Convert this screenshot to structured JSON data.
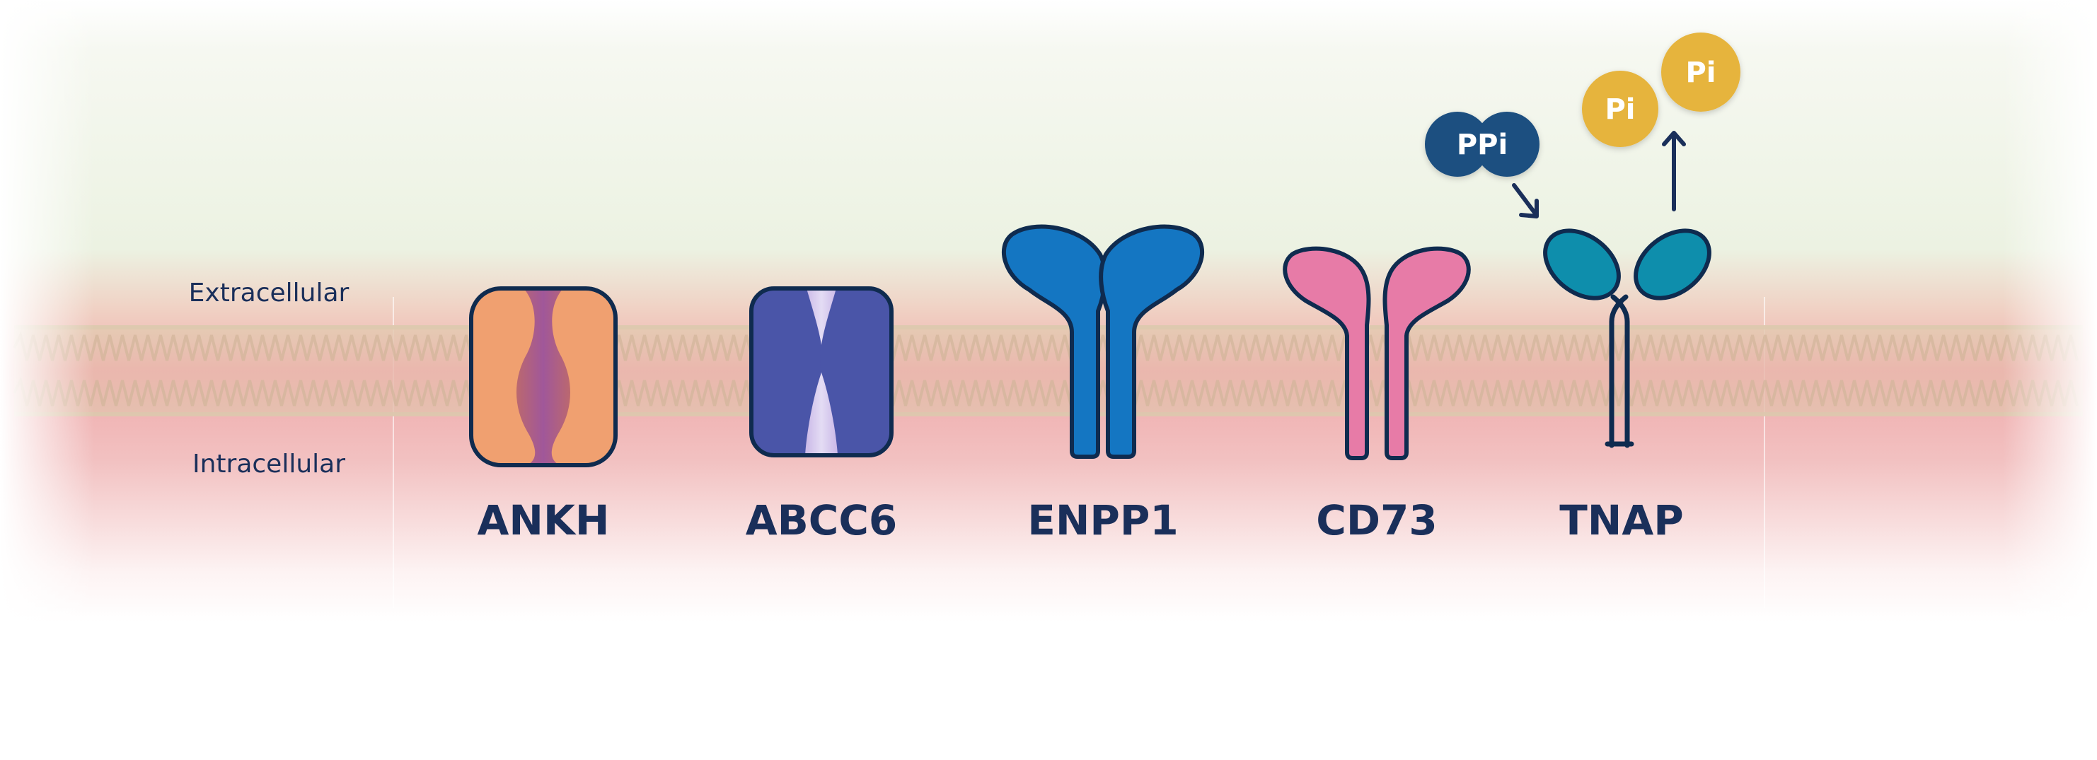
{
  "labels": {
    "extracellular": "Extracellular",
    "intracellular": "Intracellular"
  },
  "proteins": {
    "ankh": "ANKH",
    "abcc6": "ABCC6",
    "enpp1": "ENPP1",
    "cd73": "CD73",
    "tnap": "TNAP"
  },
  "molecules": {
    "ppi": "PPi",
    "pi_1": "Pi",
    "pi_2": "Pi"
  },
  "colors": {
    "text": "#1a2f5a",
    "extracellular_tint": "#eef3e6",
    "intracellular_tint": "#f2b9ba",
    "membrane": "#e8c9b1",
    "ankh": "#f0a070",
    "abcc6": "#4a55a8",
    "enpp1": "#1476c2",
    "cd73": "#e77ba7",
    "tnap": "#0e8eac",
    "ppi": "#1d4f80",
    "pi": "#e6b43c",
    "outline": "#0f2b4f"
  }
}
